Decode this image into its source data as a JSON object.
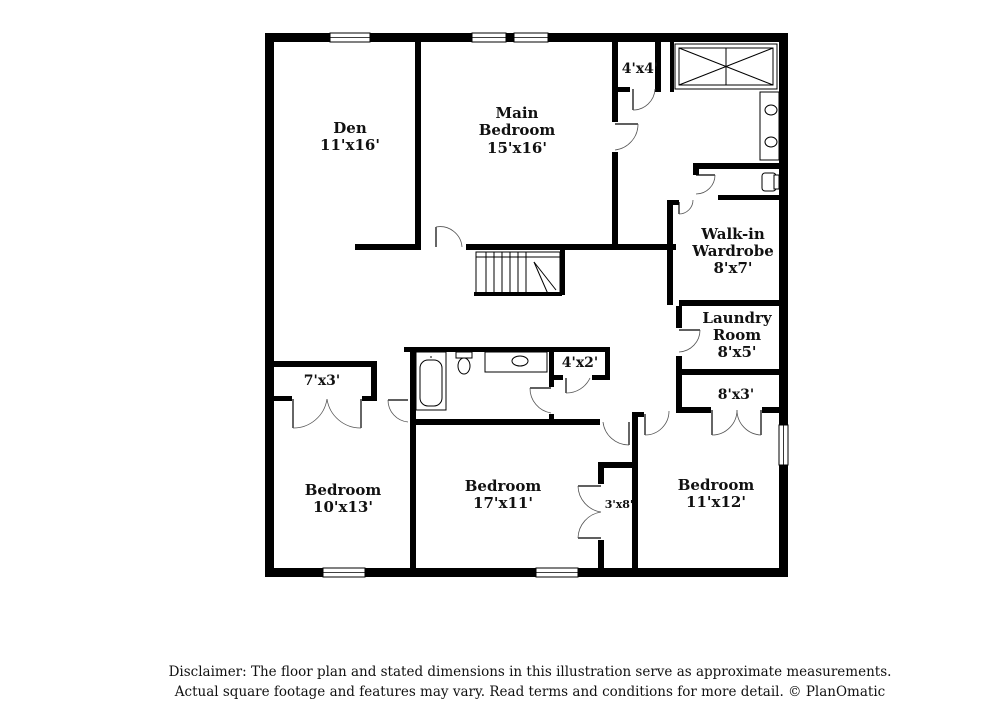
{
  "rooms": {
    "den": {
      "name": "Den",
      "size": "11'x16'"
    },
    "main_bedroom": {
      "name_line1": "Main",
      "name_line2": "Bedroom",
      "size": "15'x16'"
    },
    "closet_main": {
      "size": "4'x4'"
    },
    "walkin": {
      "name_line1": "Walk-in",
      "name_line2": "Wardrobe",
      "size": "8'x7'"
    },
    "laundry": {
      "name_line1": "Laundry",
      "name_line2": "Room",
      "size": "8'x5'"
    },
    "closet_left": {
      "size": "7'x3'"
    },
    "closet_hall": {
      "size": "4'x2'"
    },
    "closet_right": {
      "size": "8'x3'"
    },
    "bedroom_left": {
      "name": "Bedroom",
      "size": "10'x13'"
    },
    "bedroom_middle": {
      "name": "Bedroom",
      "size": "17'x11'"
    },
    "closet_middle": {
      "size": "3'x8'"
    },
    "bedroom_right": {
      "name": "Bedroom",
      "size": "11'x12'"
    }
  },
  "footer": {
    "line1": "Disclaimer: The floor plan and stated dimensions in this illustration serve as approximate measurements.",
    "line2": "Actual square footage and features may vary. Read terms and conditions for more detail. © PlanOmatic"
  }
}
